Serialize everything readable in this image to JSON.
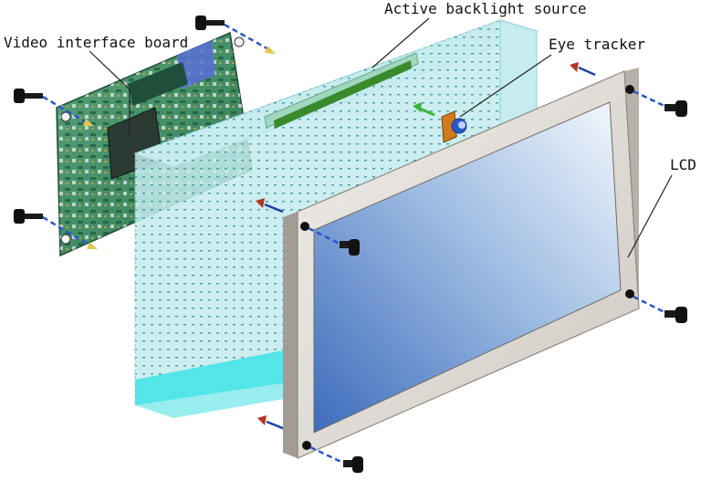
{
  "labels": {
    "video_interface_board": "Video interface board",
    "active_backlight_source": "Active backlight source",
    "eye_tracker": "Eye tracker",
    "lcd": "LCD"
  },
  "colors": {
    "pcb_green": "#3f8f63",
    "light_guide": "#bfe9ee",
    "light_guide_edge": "#53e5e8",
    "backlight_bar": "#3a8a2c",
    "screen_blue": "#4a78c4",
    "frame_gray": "#ddd8d2",
    "screw_black": "#111111",
    "arrow_red": "#b5341f",
    "arrow_green": "#3bb53b",
    "dash_blue": "#2a55c8"
  }
}
